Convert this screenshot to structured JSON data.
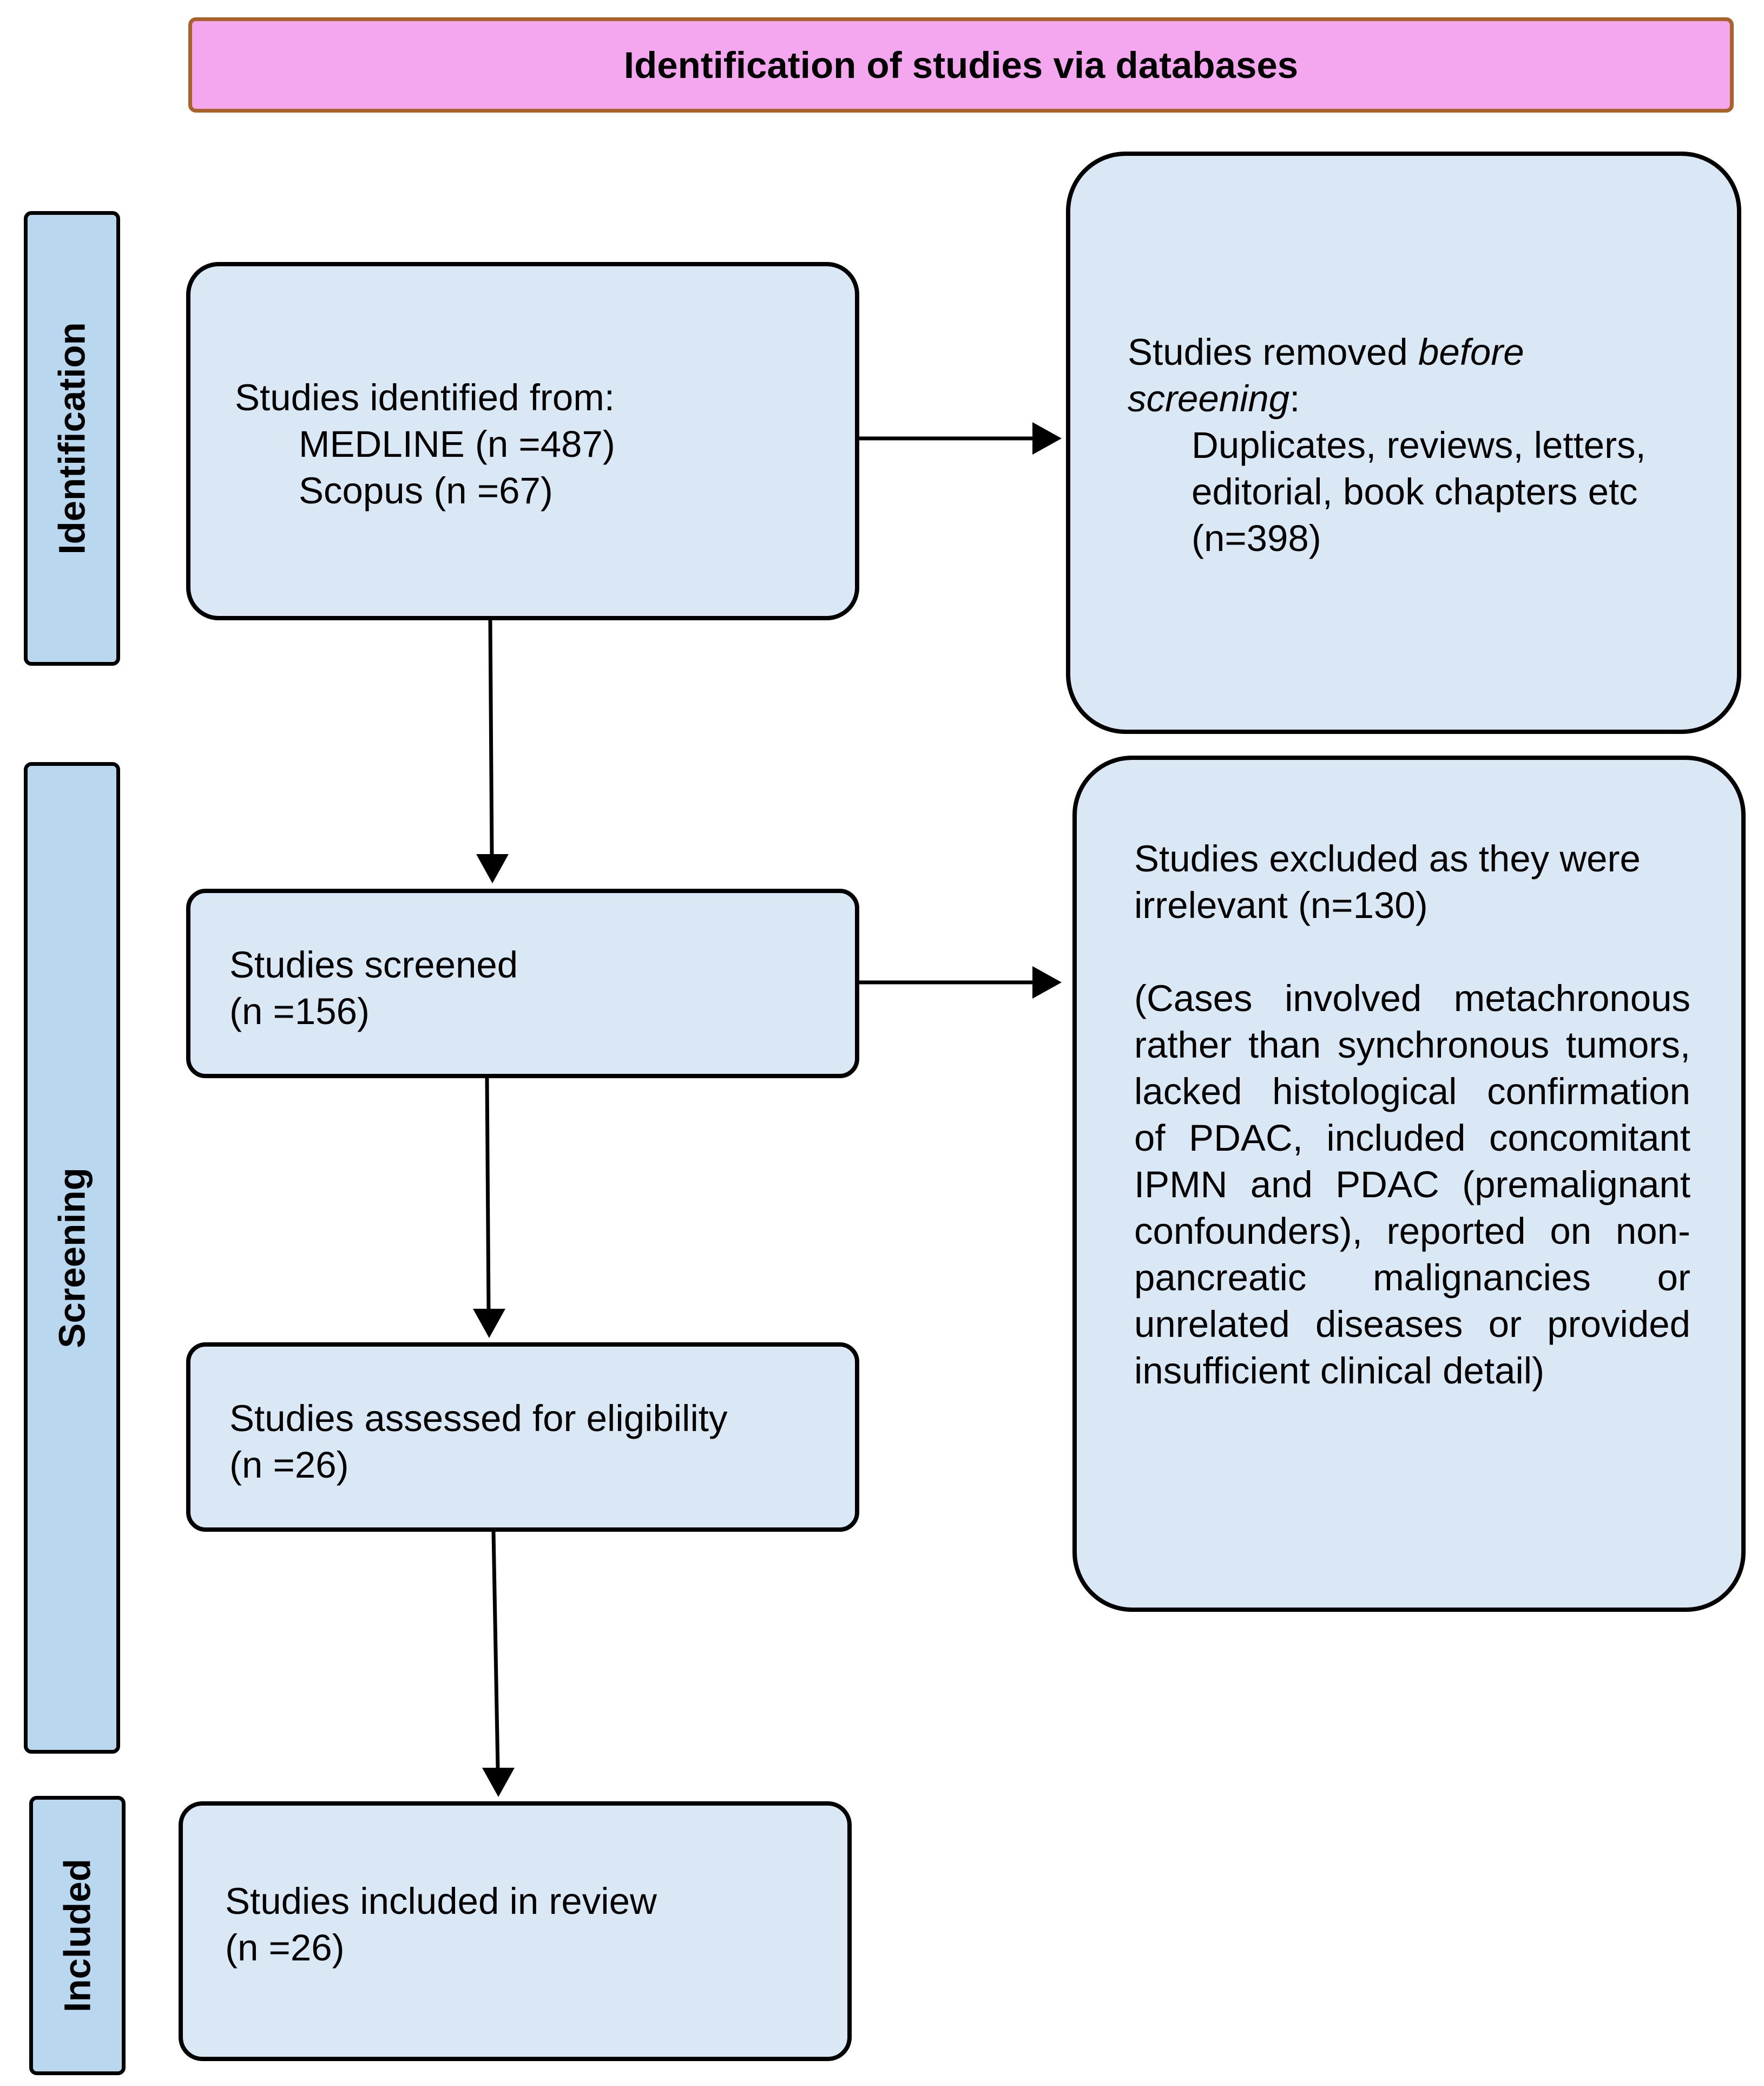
{
  "header": {
    "title": "Identification of studies via databases"
  },
  "phases": {
    "identification": "Identification",
    "screening": "Screening",
    "included": "Included"
  },
  "identified": {
    "heading": "Studies identified from:",
    "sources": [
      "MEDLINE (n =487)",
      "Scopus (n =67)"
    ]
  },
  "removed": {
    "prefix": "Studies removed ",
    "emphasis": "before",
    "emphasis2": "screening",
    "colon": ":",
    "lines": [
      "Duplicates, reviews, letters,",
      "editorial, book chapters etc",
      "(n=398)"
    ]
  },
  "screened": {
    "label": "Studies screened",
    "count": "(n =156)"
  },
  "excluded": {
    "line1": "Studies excluded as they were",
    "line2": "irrelevant (n=130)",
    "detail": "(Cases involved metachronous rather than synchronous tumors, lacked histological confirmation of PDAC, included concomitant IPMN and PDAC (premalignant confounders), reported on non-pancreatic malignancies or unrelated diseases or provided insufficient clinical detail)"
  },
  "eligibility": {
    "label": "Studies assessed for eligibility",
    "count": "(n =26)"
  },
  "included_box": {
    "label": "Studies included in review",
    "count": "(n =26)"
  },
  "colors": {
    "box_fill": "#dae8f5",
    "phase_fill": "#b9d7ee",
    "header_fill": "#f4a6ef",
    "header_border": "#a8622a"
  }
}
